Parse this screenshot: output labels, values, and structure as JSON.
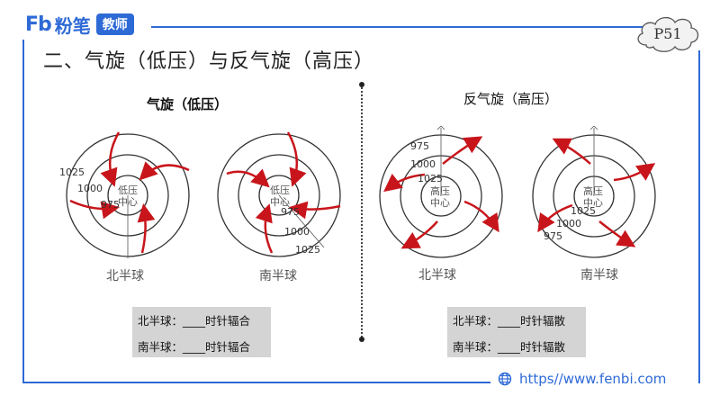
{
  "logo": {
    "mark": "Fb",
    "brand": "粉笔",
    "badge": "教师"
  },
  "page_number": "P51",
  "title": "二、气旋（低压）与反气旋（高压）",
  "cyclone": {
    "heading": "气旋（低压）",
    "north": {
      "center": "低压\n中心",
      "labels": [
        "1025",
        "1000",
        "975"
      ],
      "hemisphere": "北半球"
    },
    "south": {
      "center": "低压\n中心",
      "labels": [
        "975",
        "1000",
        "1025"
      ],
      "hemisphere": "南半球"
    },
    "answers": [
      "北半球：____时针辐合",
      "南半球：____时针辐合"
    ]
  },
  "anticyclone": {
    "heading": "反气旋（高压）",
    "north": {
      "center": "高压\n中心",
      "labels": [
        "975",
        "1000",
        "1025"
      ],
      "hemisphere": "北半球"
    },
    "south": {
      "center": "高压\n中心",
      "labels": [
        "1025",
        "1000",
        "975"
      ],
      "hemisphere": "南半球"
    },
    "answers": [
      "北半球：____时针辐散",
      "南半球：____时针辐散"
    ]
  },
  "footer": {
    "url": "https//www.fenbi.com"
  },
  "colors": {
    "brand": "#2e6ad6",
    "arrow": "#c8151b",
    "ring": "#333333",
    "answer_bg": "#d4d4d4"
  }
}
